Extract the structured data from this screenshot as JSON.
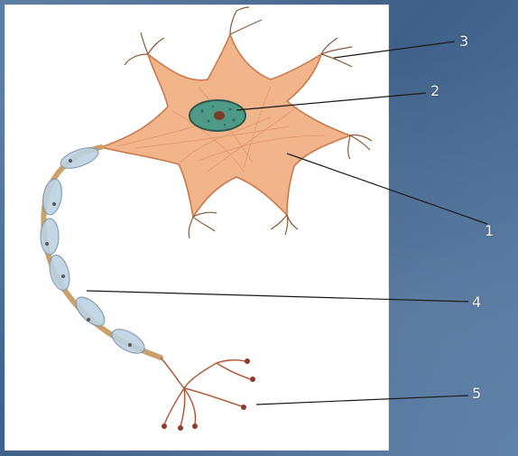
{
  "colors": {
    "background": "#4b6d95",
    "panel": "#ffffff",
    "soma_fill": "#f2b48a",
    "soma_stroke": "#c97a4a",
    "nucleus_fill": "#4e9a86",
    "nucleus_stroke": "#2c5a4f",
    "axon": "#caa16c",
    "myelin": "#bcd2e2",
    "pointer_line": "#1a1a1a",
    "label_text": "#f2f2f2"
  },
  "labels": {
    "l1": "1",
    "l2": "2",
    "l3": "3",
    "l4": "4",
    "l5": "5"
  }
}
